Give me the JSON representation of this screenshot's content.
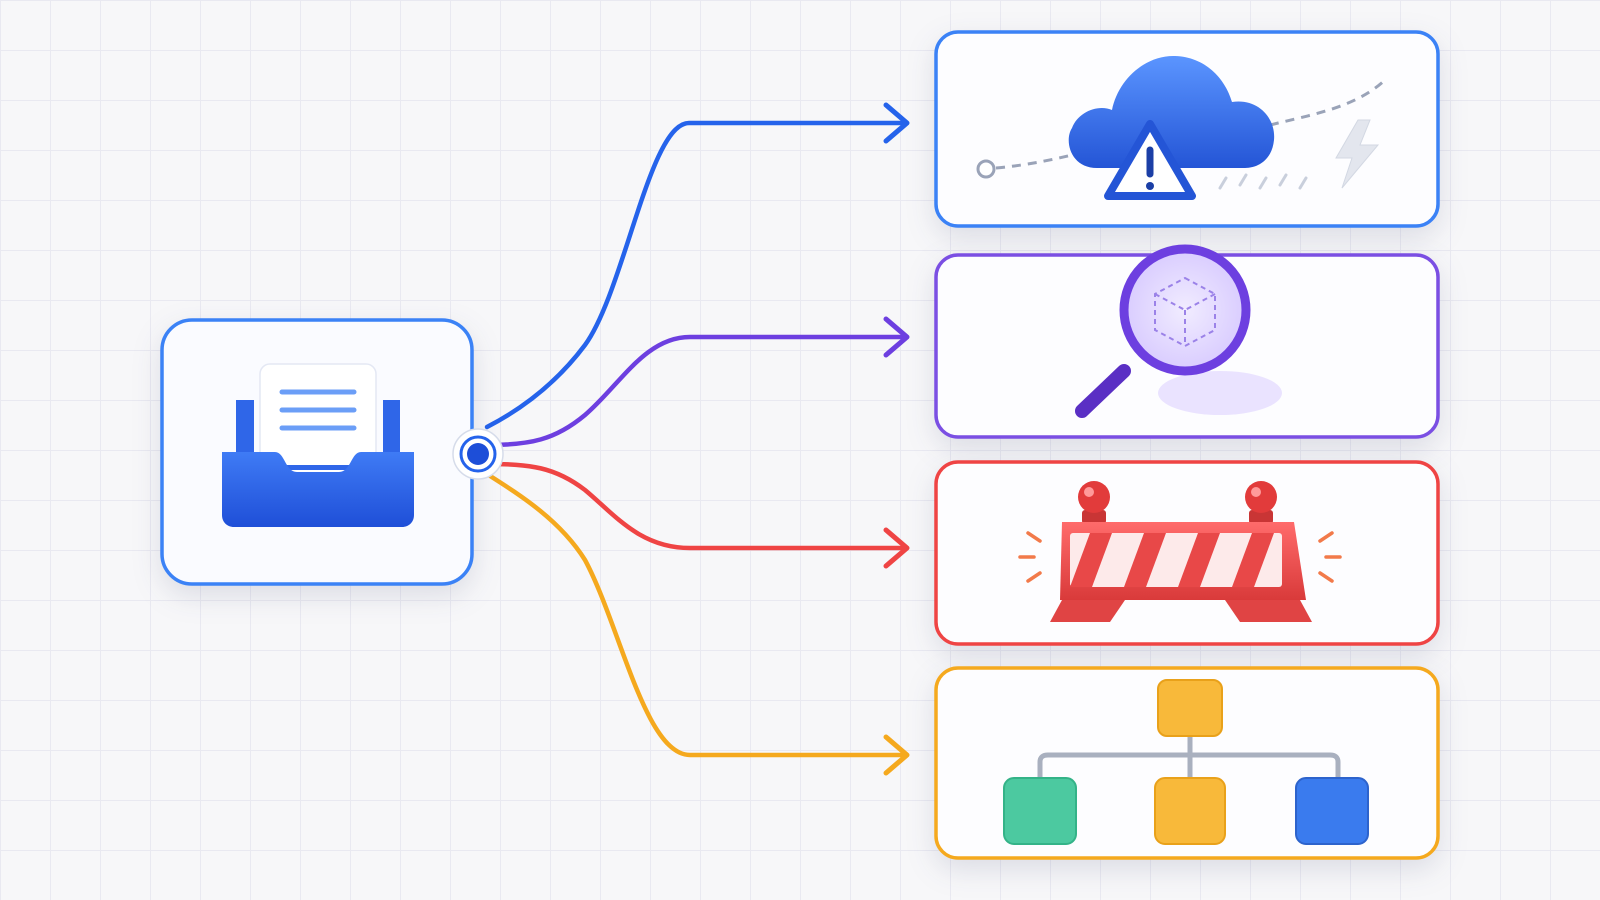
{
  "diagram": {
    "source": {
      "name": "inbox-tray",
      "icon": "inbox-document-icon",
      "color": "#2563eb"
    },
    "connector": {
      "icon": "connector-dot-icon",
      "color": "#1d4ed8"
    },
    "targets": [
      {
        "name": "cloud-warning",
        "icon": "cloud-warning-icon",
        "color": "#2563eb"
      },
      {
        "name": "inspect",
        "icon": "magnifier-cube-icon",
        "color": "#6d3fe0"
      },
      {
        "name": "blocked",
        "icon": "roadblock-barrier-icon",
        "color": "#ef4444"
      },
      {
        "name": "hierarchy",
        "icon": "org-hierarchy-icon",
        "color": "#f5a91e"
      }
    ],
    "colors": {
      "blue": "#2563eb",
      "purple": "#6d3fe0",
      "red": "#ef4444",
      "amber": "#f5a91e",
      "teal": "#4cc9a0",
      "grid": "#e9e9f1"
    }
  }
}
